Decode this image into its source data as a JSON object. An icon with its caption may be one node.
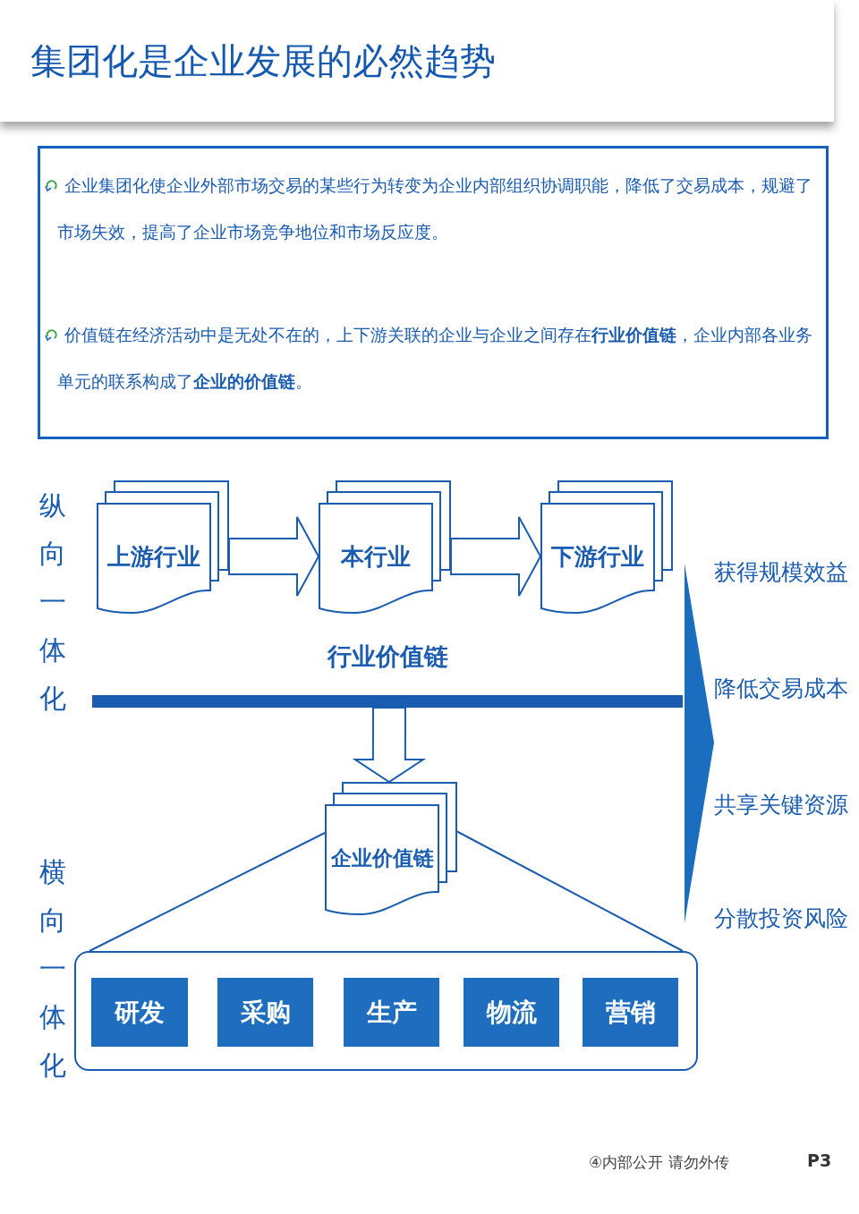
{
  "diagram": {
    "title": "集团化是企业发展的必然趋势",
    "nodes": [
      {
        "text": [
          "企业集团化使企业外部市场交易的某些行为转变为企业内部组织协调职能，降低了交易成本，规避了市场失效，提高了企业市场竞争地位和市场反应度。",
          "价值链在经济活动中是无处不在的，上下游关联的企业与企业之间存在**行业价值链**，企业内部各业务单元的联系构成了**企业的价值链**。"
        ]
      },
      {
        "text": [
          "上游行业"
        ]
      },
      {
        "text": [
          "本行业"
        ]
      },
      {
        "text": [
          "下游行业"
        ]
      },
      {
        "text": [
          "行业价值链"
        ]
      },
      {
        "text": [
          "企业价值链"
        ]
      },
      {
        "text": [],
        "shape": "box"
      },
      {
        "text": [
          "研发"
        ],
        "in": 6
      },
      {
        "text": [
          "采购"
        ],
        "in": 6
      },
      {
        "text": [
          "生产"
        ],
        "in": 6
      },
      {
        "text": [
          "物流"
        ],
        "in": 6
      },
      {
        "text": [
          "营销"
        ],
        "in": 6
      }
    ],
    "edges": [
      {
        "from": 1,
        "to": 2,
        "arrow": "to"
      },
      {
        "from": 2,
        "to": 3,
        "arrow": "to"
      },
      {
        "from": 4,
        "to": 5,
        "arrow": "to"
      },
      {
        "from": 5,
        "to": 6,
        "arrow": "none"
      },
      {
        "from": 5,
        "to": 6,
        "arrow": "none"
      }
    ],
    "labels": [
      "纵向一体化",
      "获得规模效益",
      "降低交易成本",
      "共享关键资源",
      "横向一体化",
      "分散投资风险",
      "④内部公开 请勿外传",
      "P3"
    ]
  }
}
